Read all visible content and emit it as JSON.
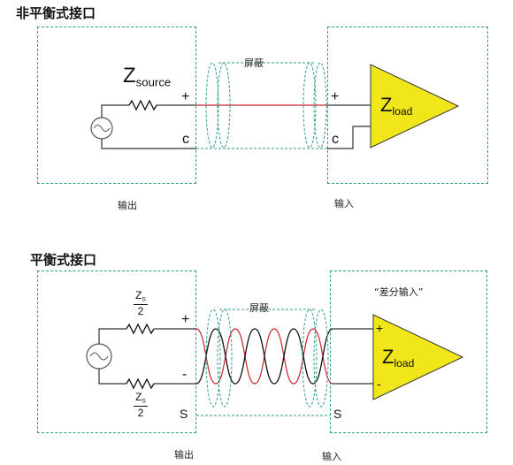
{
  "colors": {
    "box_border": "#2e9d8a",
    "amp_fill": "#f0e61a",
    "wire_red": "#c8242f",
    "shield_green": "#2e9d8a"
  },
  "unbalanced": {
    "title": "非平衡式接口",
    "z_source": {
      "main": "Z",
      "sub": "source"
    },
    "plus_left": "+",
    "c_left": "c",
    "shield": "屏蔽",
    "plus_right": "+",
    "c_right": "c",
    "z_load": {
      "main": "Z",
      "sub": "load"
    },
    "out_label": "输出",
    "in_label": "输入"
  },
  "balanced": {
    "title": "平衡式接口",
    "zs_top": {
      "num_main": "Z",
      "num_sub": "S",
      "den": "2"
    },
    "zs_bottom": {
      "num_main": "Z",
      "num_sub": "S",
      "den": "2"
    },
    "plus_left": "+",
    "minus_left": "-",
    "s_left": "S",
    "shield": "屏蔽",
    "diff_input": "“差分输入”",
    "plus_right": "+",
    "minus_right": "-",
    "s_right": "S",
    "z_load": {
      "main": "Z",
      "sub": "load"
    },
    "out_label": "输出",
    "in_label": "输入"
  }
}
